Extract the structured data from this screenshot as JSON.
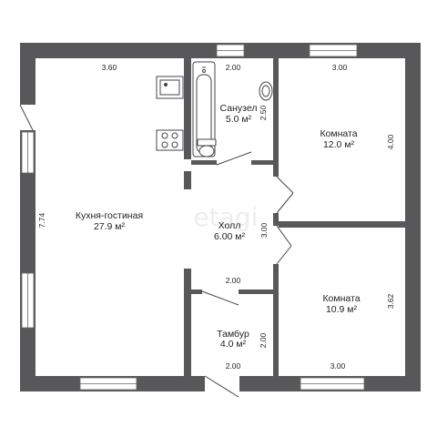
{
  "rooms": {
    "kitchen": {
      "name": "Кухня-гостиная",
      "area": "27.9 м²"
    },
    "bathroom": {
      "name": "Санузел",
      "area": "5.0 м²"
    },
    "room1": {
      "name": "Комната",
      "area": "12.0 м²"
    },
    "hall": {
      "name": "Холл",
      "area": "6.00 м²"
    },
    "room2": {
      "name": "Комната",
      "area": "10.9 м²"
    },
    "vestibule": {
      "name": "Тамбур",
      "area": "4.0 м²"
    }
  },
  "dimensions": {
    "kitchen_top": "3.60",
    "kitchen_left": "7.74",
    "bath_top": "2.00",
    "bath_right": "2.50",
    "room1_top": "3.00",
    "room1_right": "4.00",
    "hall_right": "3.00",
    "hall_bottom": "2.00",
    "room2_right": "3.62",
    "room2_bottom": "3.00",
    "vestibule_right": "2.00",
    "vestibule_bottom": "2.00"
  },
  "watermark": "etagi",
  "colors": {
    "wall": "#58585a",
    "window": "#ffffff",
    "line": "#444444"
  }
}
